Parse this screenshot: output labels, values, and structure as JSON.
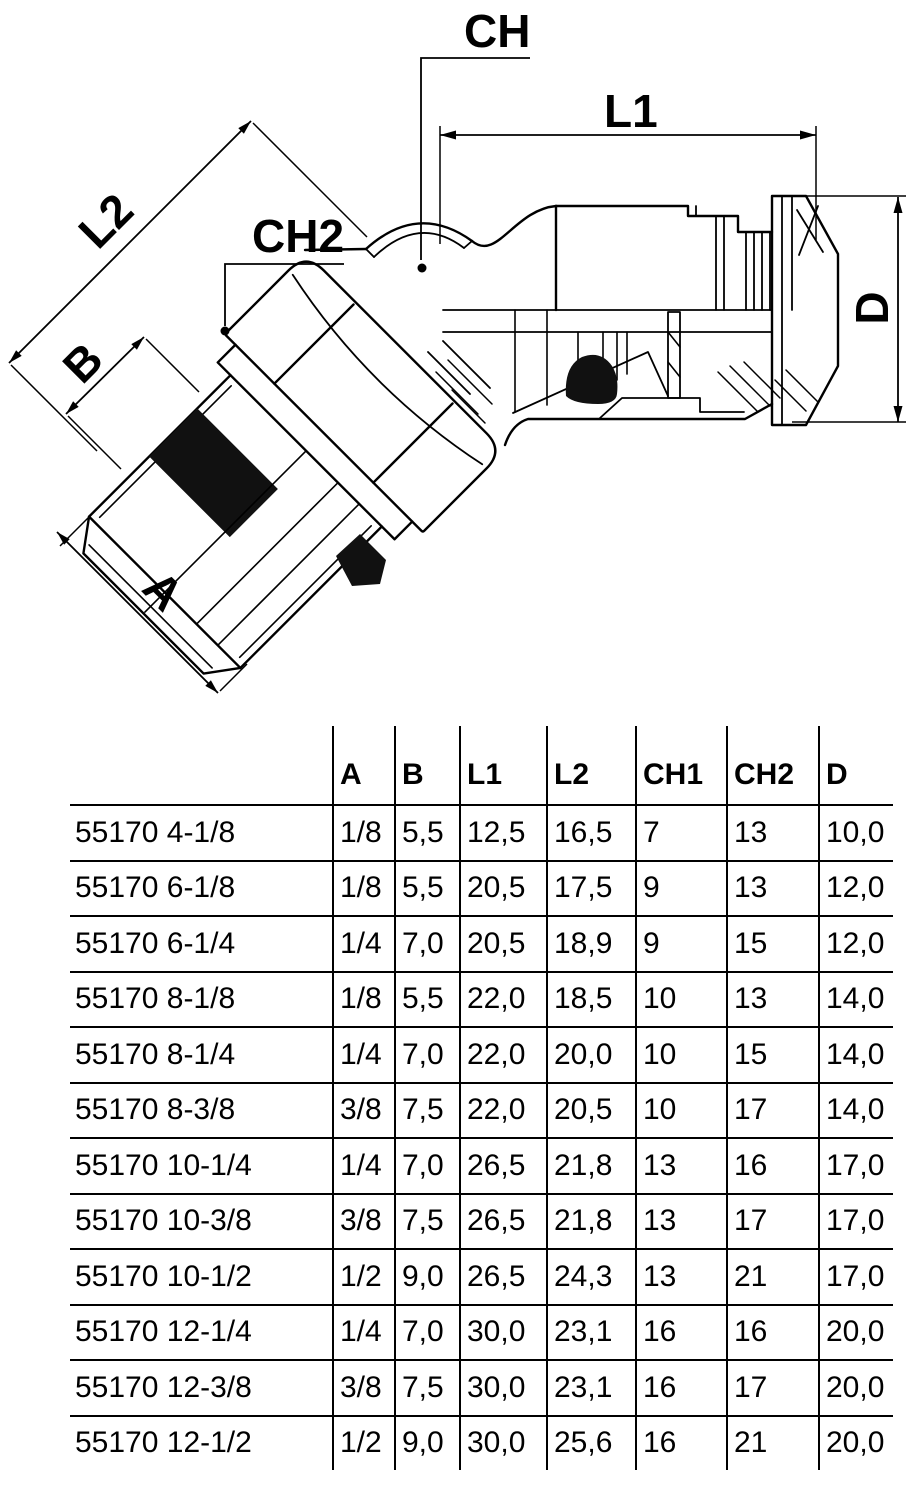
{
  "drawing": {
    "description": "45-degree orientable male elbow push-in fitting, half-section technical drawing",
    "labels": {
      "ch": "CH",
      "l1": "L1",
      "l2": "L2",
      "ch2": "CH2",
      "b": "B",
      "a": "A",
      "d": "D"
    },
    "line_color": "#000000",
    "seal_color": "#111111"
  },
  "table": {
    "columns": [
      "",
      "A",
      "B",
      "L1",
      "L2",
      "CH1",
      "CH2",
      "D"
    ],
    "rows": [
      [
        "55170 4-1/8",
        "1/8",
        "5,5",
        "12,5",
        "16,5",
        "7",
        "13",
        "10,0"
      ],
      [
        "55170 6-1/8",
        "1/8",
        "5,5",
        "20,5",
        "17,5",
        "9",
        "13",
        "12,0"
      ],
      [
        "55170 6-1/4",
        "1/4",
        "7,0",
        "20,5",
        "18,9",
        "9",
        "15",
        "12,0"
      ],
      [
        "55170 8-1/8",
        "1/8",
        "5,5",
        "22,0",
        "18,5",
        "10",
        "13",
        "14,0"
      ],
      [
        "55170 8-1/4",
        "1/4",
        "7,0",
        "22,0",
        "20,0",
        "10",
        "15",
        "14,0"
      ],
      [
        "55170 8-3/8",
        "3/8",
        "7,5",
        "22,0",
        "20,5",
        "10",
        "17",
        "14,0"
      ],
      [
        "55170 10-1/4",
        "1/4",
        "7,0",
        "26,5",
        "21,8",
        "13",
        "16",
        "17,0"
      ],
      [
        "55170 10-3/8",
        "3/8",
        "7,5",
        "26,5",
        "21,8",
        "13",
        "17",
        "17,0"
      ],
      [
        "55170 10-1/2",
        "1/2",
        "9,0",
        "26,5",
        "24,3",
        "13",
        "21",
        "17,0"
      ],
      [
        "55170 12-1/4",
        "1/4",
        "7,0",
        "30,0",
        "23,1",
        "16",
        "16",
        "20,0"
      ],
      [
        "55170 12-3/8",
        "3/8",
        "7,5",
        "30,0",
        "23,1",
        "16",
        "17",
        "20,0"
      ],
      [
        "55170 12-1/2",
        "1/2",
        "9,0",
        "30,0",
        "25,6",
        "16",
        "21",
        "20,0"
      ]
    ]
  }
}
